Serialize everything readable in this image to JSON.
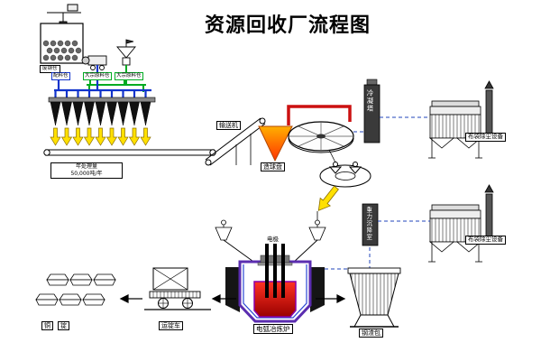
{
  "title": "资源回收厂流程图",
  "labels": {
    "scrap_bin": "废钢仓",
    "batch_bin": "配料仓",
    "bulk_bin_1": "大宗原料仓",
    "bulk_bin_2": "大宗原料仓",
    "capacity_line1": "年处理量",
    "capacity_line2": "50,000吨/年",
    "conveyor": "输送机",
    "pelletizer": "造球盘",
    "cooling_tower": "冷凝塔",
    "baghouse_top": "布袋除尘设备",
    "baghouse_mid": "布袋除尘设备",
    "settling_chamber": "重力沉降室",
    "electrode": "电极",
    "furnace": "电弧冶炼炉",
    "slag_ladle": "钢渣包",
    "ingot_cart": "运锭车",
    "ingot_1": "铜",
    "ingot_2": "锭"
  },
  "colors": {
    "pipe_blue": "#1133cc",
    "pipe_green": "#00aa22",
    "arrow_yellow": "#ffe000",
    "red_pipe": "#cc1111",
    "furnace_outline": "#5b2db0",
    "melt_red": "#cc0000",
    "cone_orange": "#ff8800"
  }
}
